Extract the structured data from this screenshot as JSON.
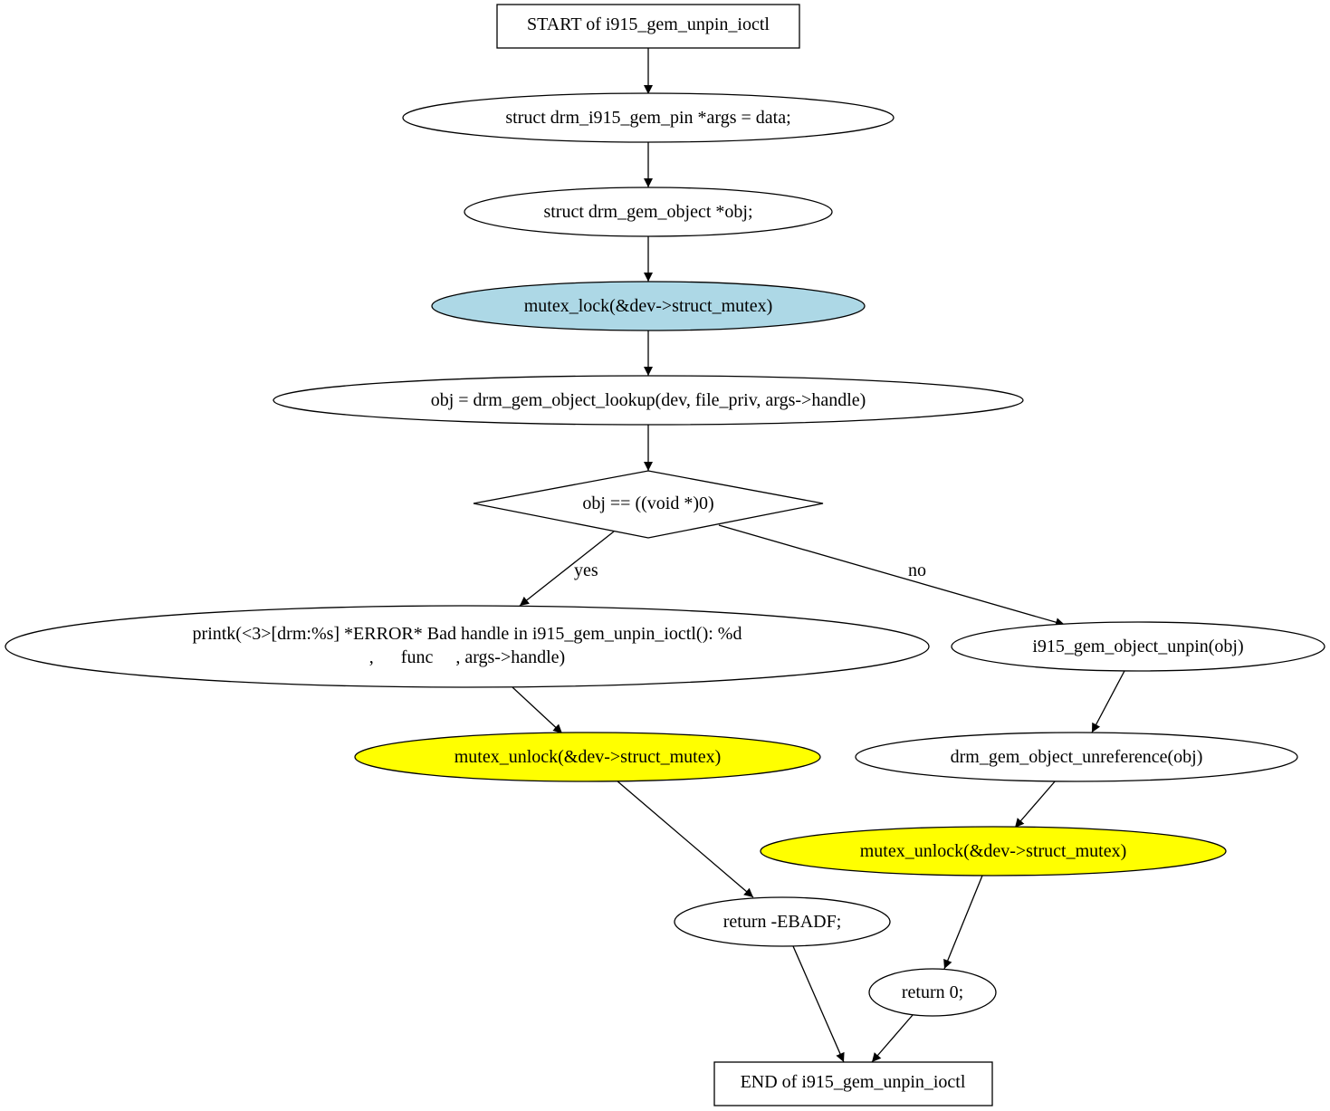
{
  "nodes": {
    "start": "START of i915_gem_unpin_ioctl",
    "args_decl": "struct drm_i915_gem_pin *args = data;",
    "obj_decl": "struct drm_gem_object *obj;",
    "mutex_lock": "mutex_lock(&dev->struct_mutex)",
    "lookup": "obj = drm_gem_object_lookup(dev, file_priv, args->handle)",
    "cond": "obj == ((void *)0)",
    "printk_line1": "printk(<3>[drm:%s] *ERROR* Bad handle in i915_gem_unpin_ioctl(): %d",
    "printk_line2": ",      func     , args->handle)",
    "unpin": "i915_gem_object_unpin(obj)",
    "unlock_left": "mutex_unlock(&dev->struct_mutex)",
    "unref": "drm_gem_object_unreference(obj)",
    "unlock_right": "mutex_unlock(&dev->struct_mutex)",
    "ret_ebadf": "return -EBADF;",
    "ret_zero": "return 0;",
    "end": "END of i915_gem_unpin_ioctl"
  },
  "edges": {
    "yes_label": "yes",
    "no_label": "no"
  },
  "colors": {
    "lock_fill": "#add8e6",
    "unlock_fill": "#ffff00",
    "default_fill": "#ffffff",
    "stroke": "#000000"
  }
}
